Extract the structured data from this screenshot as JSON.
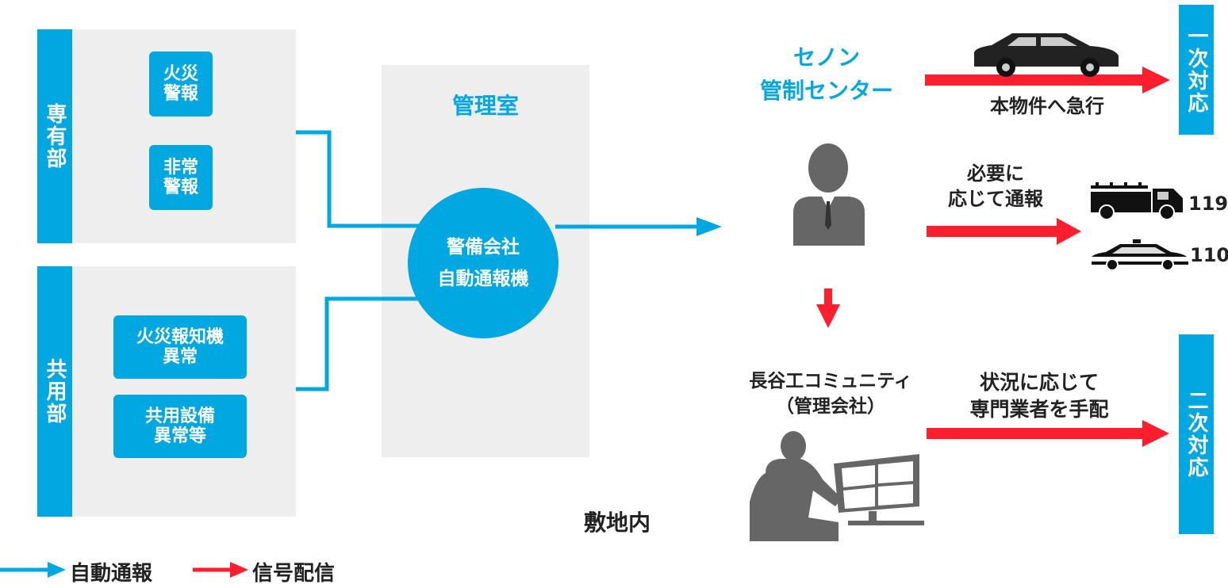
{
  "left_top": {
    "section_label": "専有部",
    "items": [
      "火災\n警報",
      "非常\n警報"
    ]
  },
  "left_bottom": {
    "section_label": "共用部",
    "items": [
      "火災報知機\n異常",
      "共用設備\n異常等"
    ]
  },
  "mgmt_room": {
    "title": "管理室",
    "device": "警備会社\n自動通報機"
  },
  "premises_label": "敷地内",
  "center": {
    "name": "セノン\n管制センター",
    "dispatch_label": "本物件へ急行",
    "notify_label": "必要に\n応じて通報",
    "fire_number": "119",
    "police_number": "110"
  },
  "community": {
    "name": "長谷工コミュニティ\n（管理会社）",
    "arrange_label": "状況に応じて\n専門業者を手配"
  },
  "response": {
    "primary": "一次対応",
    "secondary": "二次対応"
  },
  "legend": {
    "auto_report": "自動通報",
    "signal": "信号配信"
  },
  "colors": {
    "blue": "#00a7e1",
    "red": "#ff1e2d",
    "panel": "#eeeeee",
    "silhouette": "#666666"
  },
  "icons": [
    "car-icon",
    "person-icon",
    "fire-truck-icon",
    "police-car-icon",
    "operator-at-computer-icon"
  ]
}
